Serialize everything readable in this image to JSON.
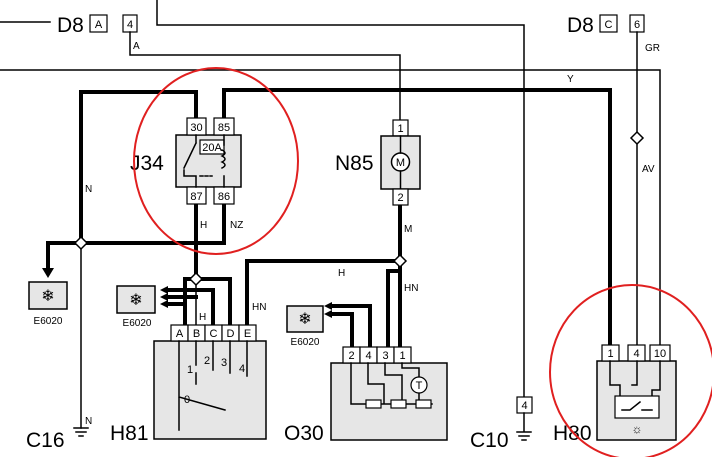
{
  "connectors": {
    "d8a": {
      "code": "D8",
      "letter": "A",
      "pin": "4",
      "wire": "A"
    },
    "d8c": {
      "code": "D8",
      "letter": "C",
      "pin": "6",
      "wire": "GR"
    }
  },
  "relay": {
    "code": "J34",
    "pins": [
      "30",
      "85",
      "87",
      "86"
    ],
    "fuse": "20A"
  },
  "motor": {
    "code": "N85",
    "pins": [
      "1",
      "2"
    ],
    "symbol": "M"
  },
  "unit_h81": {
    "code": "H81",
    "pins": [
      "A",
      "B",
      "C",
      "D",
      "E"
    ],
    "switch_positions": [
      "1",
      "2",
      "3",
      "4",
      "0"
    ]
  },
  "unit_o30": {
    "code": "O30",
    "pins": [
      "2",
      "4",
      "3",
      "1"
    ],
    "sensor_symbol": "T"
  },
  "unit_h80": {
    "code": "H80",
    "pins": [
      "1",
      "4",
      "10"
    ]
  },
  "ecu_ref": "E6020",
  "grounds": {
    "c16": "C16",
    "c10": "C10",
    "c10_pin": "4"
  },
  "wire_labels": {
    "n_left": "N",
    "n_ground": "N",
    "y": "Y",
    "av": "AV",
    "h_relay": "H",
    "nz": "NZ",
    "m": "M",
    "hn_right": "HN",
    "h_mid": "H",
    "hn_left": "HN",
    "h_left": "H"
  },
  "colors": {
    "highlight": "#e02020",
    "body": "#e6e6e6"
  }
}
